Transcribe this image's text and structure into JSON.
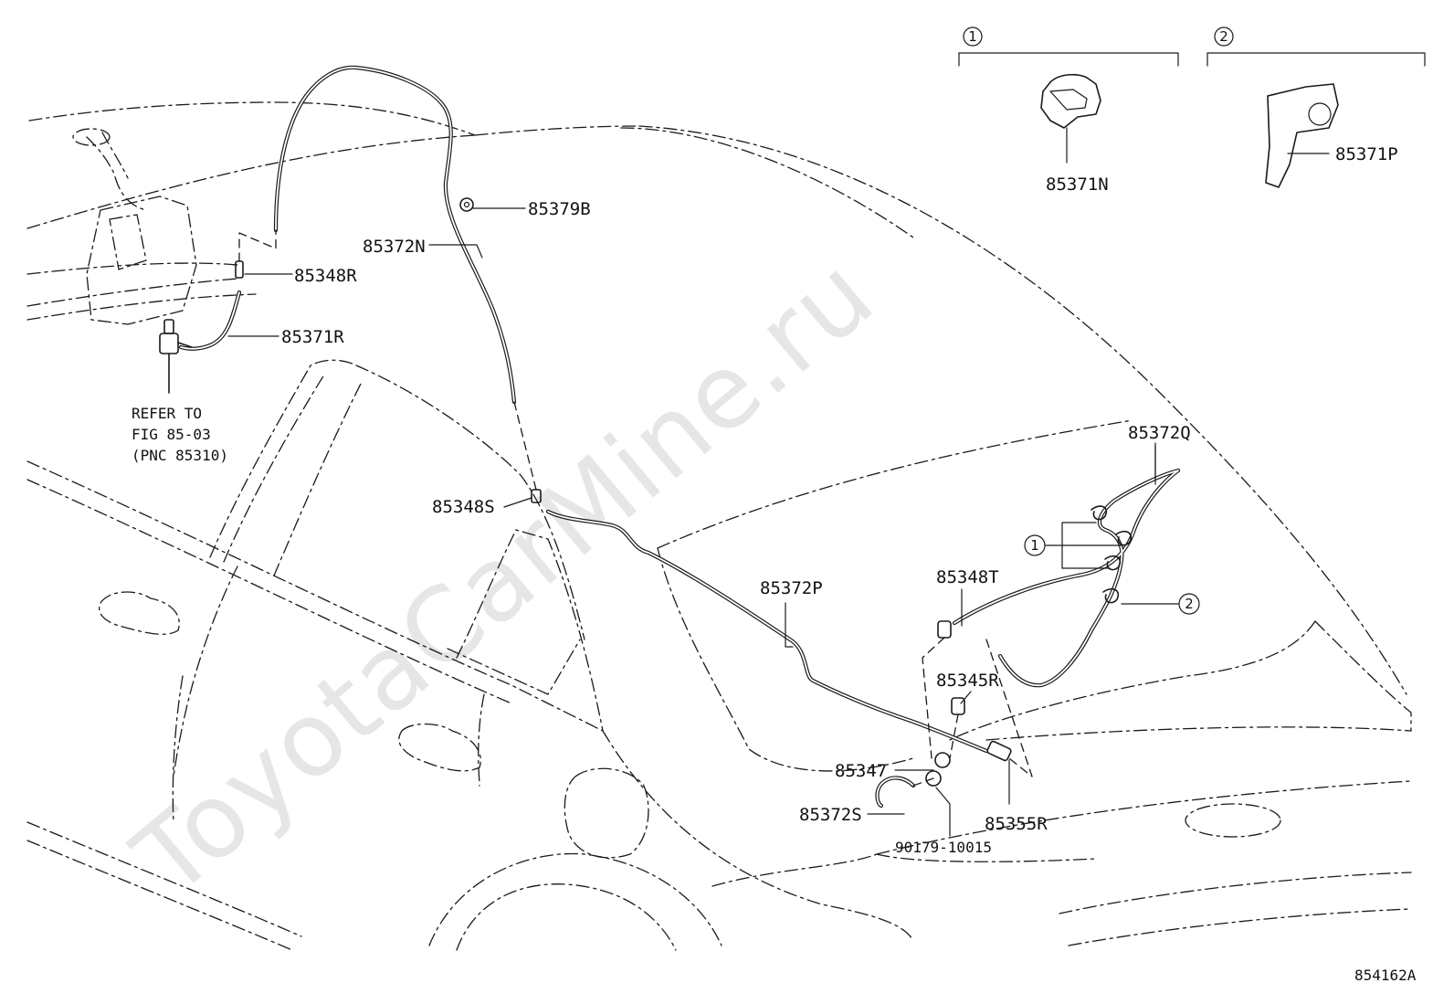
{
  "watermark": "ToyotaCarMine.ru",
  "figure_code": "854162A",
  "callouts": {
    "c1": "1",
    "c2": "2"
  },
  "parts": {
    "p85371N": "85371N",
    "p85371P": "85371P",
    "p85379B": "85379B",
    "p85372N": "85372N",
    "p85348R": "85348R",
    "p85371R": "85371R",
    "p85372Q": "85372Q",
    "p85348S": "85348S",
    "p85372P": "85372P",
    "p85348T": "85348T",
    "p85345R": "85345R",
    "p85347": "85347",
    "p85372S": "85372S",
    "p85355R": "85355R",
    "p9017910015": "90179-10015"
  },
  "note": {
    "line1": "REFER TO",
    "line2": "FIG 85-03",
    "line3": "(PNC 85310)"
  }
}
